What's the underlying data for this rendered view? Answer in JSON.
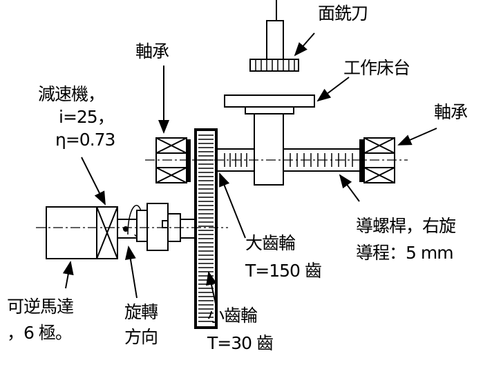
{
  "labels": {
    "face_mill": "面銑刀",
    "work_table": "工作床台",
    "bearing_left": "軸承",
    "bearing_right": "軸承",
    "reducer_line1": "減速機，",
    "reducer_line2": "i=25，",
    "reducer_line3": "η=0.73",
    "lead_screw_line1": "導螺桿，右旋",
    "lead_screw_line2": "導程：5 mm",
    "large_gear_line1": "大齒輪",
    "large_gear_line2": "T=150 齒",
    "motor_line1": "可逆馬達",
    "motor_line2": "，6 極。",
    "rotation_line1": "旋轉",
    "rotation_line2": "方向",
    "small_gear_line1": "小齒輪",
    "small_gear_line2": "T=30 齒"
  }
}
